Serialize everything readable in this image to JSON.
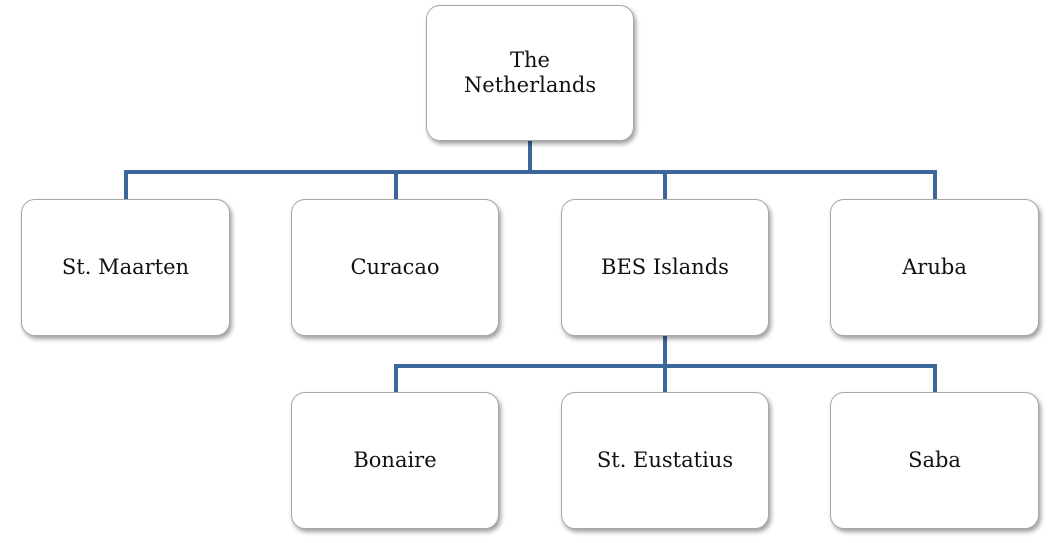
{
  "diagram": {
    "root": {
      "label_line1": "The",
      "label_line2": "Netherlands"
    },
    "level1": {
      "st_maarten": "St. Maarten",
      "curacao": "Curacao",
      "bes_islands": "BES Islands",
      "aruba": "Aruba"
    },
    "level2": {
      "bonaire": "Bonaire",
      "st_eustatius": "St. Eustatius",
      "saba": "Saba"
    },
    "connector_color": "#3c679a"
  }
}
